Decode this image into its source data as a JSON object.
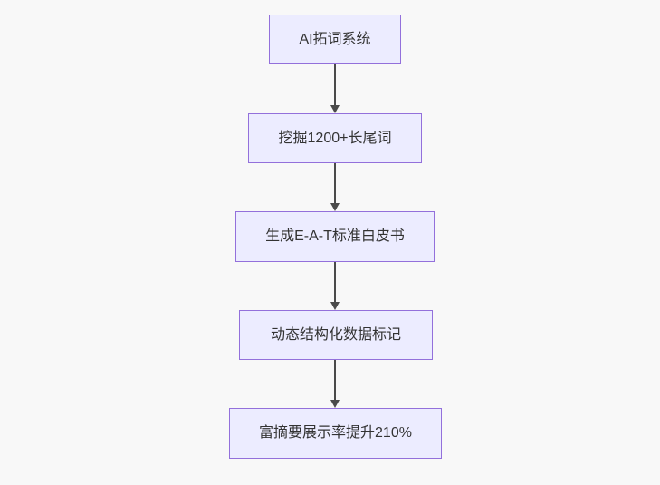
{
  "diagram": {
    "type": "flowchart",
    "direction": "top-down",
    "nodes": [
      {
        "id": "step-1",
        "label": "AI拓词系统"
      },
      {
        "id": "step-2",
        "label": "挖掘1200+长尾词"
      },
      {
        "id": "step-3",
        "label": "生成E-A-T标准白皮书"
      },
      {
        "id": "step-4",
        "label": "动态结构化数据标记"
      },
      {
        "id": "step-5",
        "label": "富摘要展示率提升210%"
      }
    ],
    "edges": [
      {
        "from": "step-1",
        "to": "step-2",
        "style": "arrow-down"
      },
      {
        "from": "step-2",
        "to": "step-3",
        "style": "arrow-down"
      },
      {
        "from": "step-3",
        "to": "step-4",
        "style": "arrow-down"
      },
      {
        "from": "step-4",
        "to": "step-5",
        "style": "arrow-down"
      }
    ],
    "colors": {
      "background": "#f8f8f8",
      "node_fill": "#ECECFF",
      "node_stroke": "#9370DB",
      "text": "#333333",
      "edge": "#4a4a4a"
    }
  }
}
